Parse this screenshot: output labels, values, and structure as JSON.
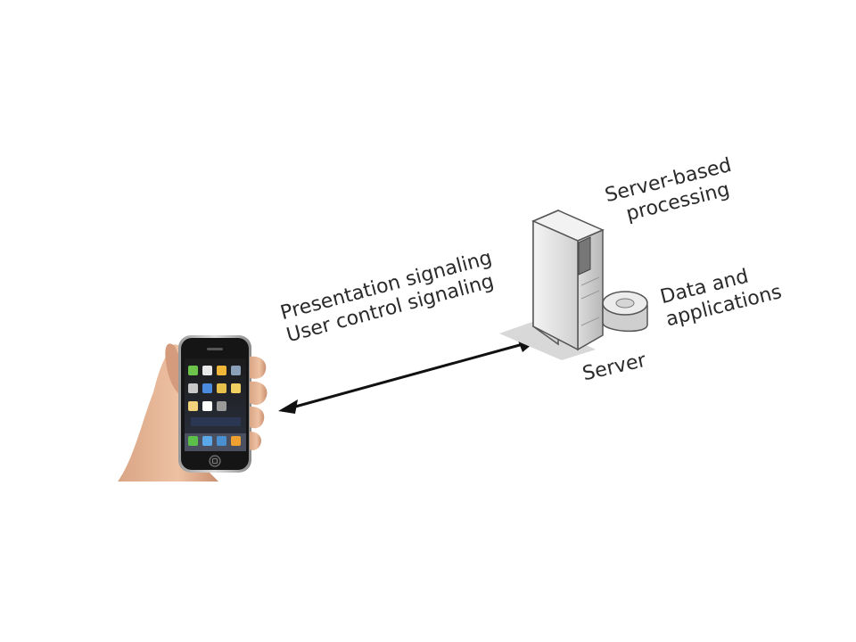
{
  "labels": {
    "signal_line1": "Presentation signaling",
    "signal_line2": "User control signaling",
    "processing_line1": "Server-based",
    "processing_line2": "processing",
    "data_line1": "Data and",
    "data_line2": "applications",
    "server": "Server"
  },
  "colors": {
    "background": "#ffffff",
    "text": "#2a2a2a",
    "arrow": "#111111",
    "server_light": "#ececec",
    "server_dark": "#8a8a8a"
  },
  "icons": [
    "smartphone-in-hand-icon",
    "server-tower-icon",
    "database-disk-icon",
    "double-headed-arrow-icon"
  ]
}
